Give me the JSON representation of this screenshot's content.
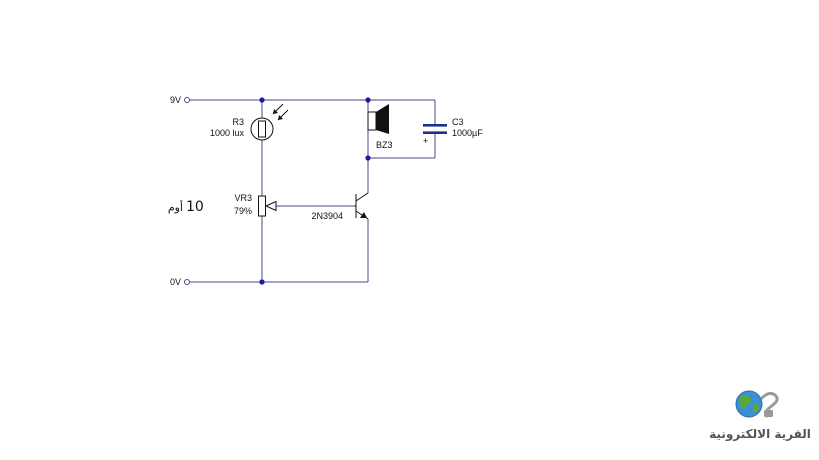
{
  "rails": {
    "positive_label": "9V",
    "ground_label": "0V"
  },
  "components": {
    "ldr": {
      "ref": "R3",
      "value": "1000 lux"
    },
    "potentiometer": {
      "ref": "VR3",
      "value": "79%"
    },
    "buzzer": {
      "ref": "BZ3"
    },
    "capacitor": {
      "ref": "C3",
      "value": "1000µF",
      "polarity": "+"
    },
    "transistor": {
      "ref": "2N3904"
    }
  },
  "annotation": {
    "number": "10",
    "unit": "أوم"
  },
  "logo": {
    "text": "القرية الالكترونية"
  },
  "colors": {
    "wire": "#4a4a8a",
    "junction": "#1a1aa6",
    "component": "#111111",
    "capacitor": "#1f2f8f",
    "logo_text": "#555555"
  }
}
